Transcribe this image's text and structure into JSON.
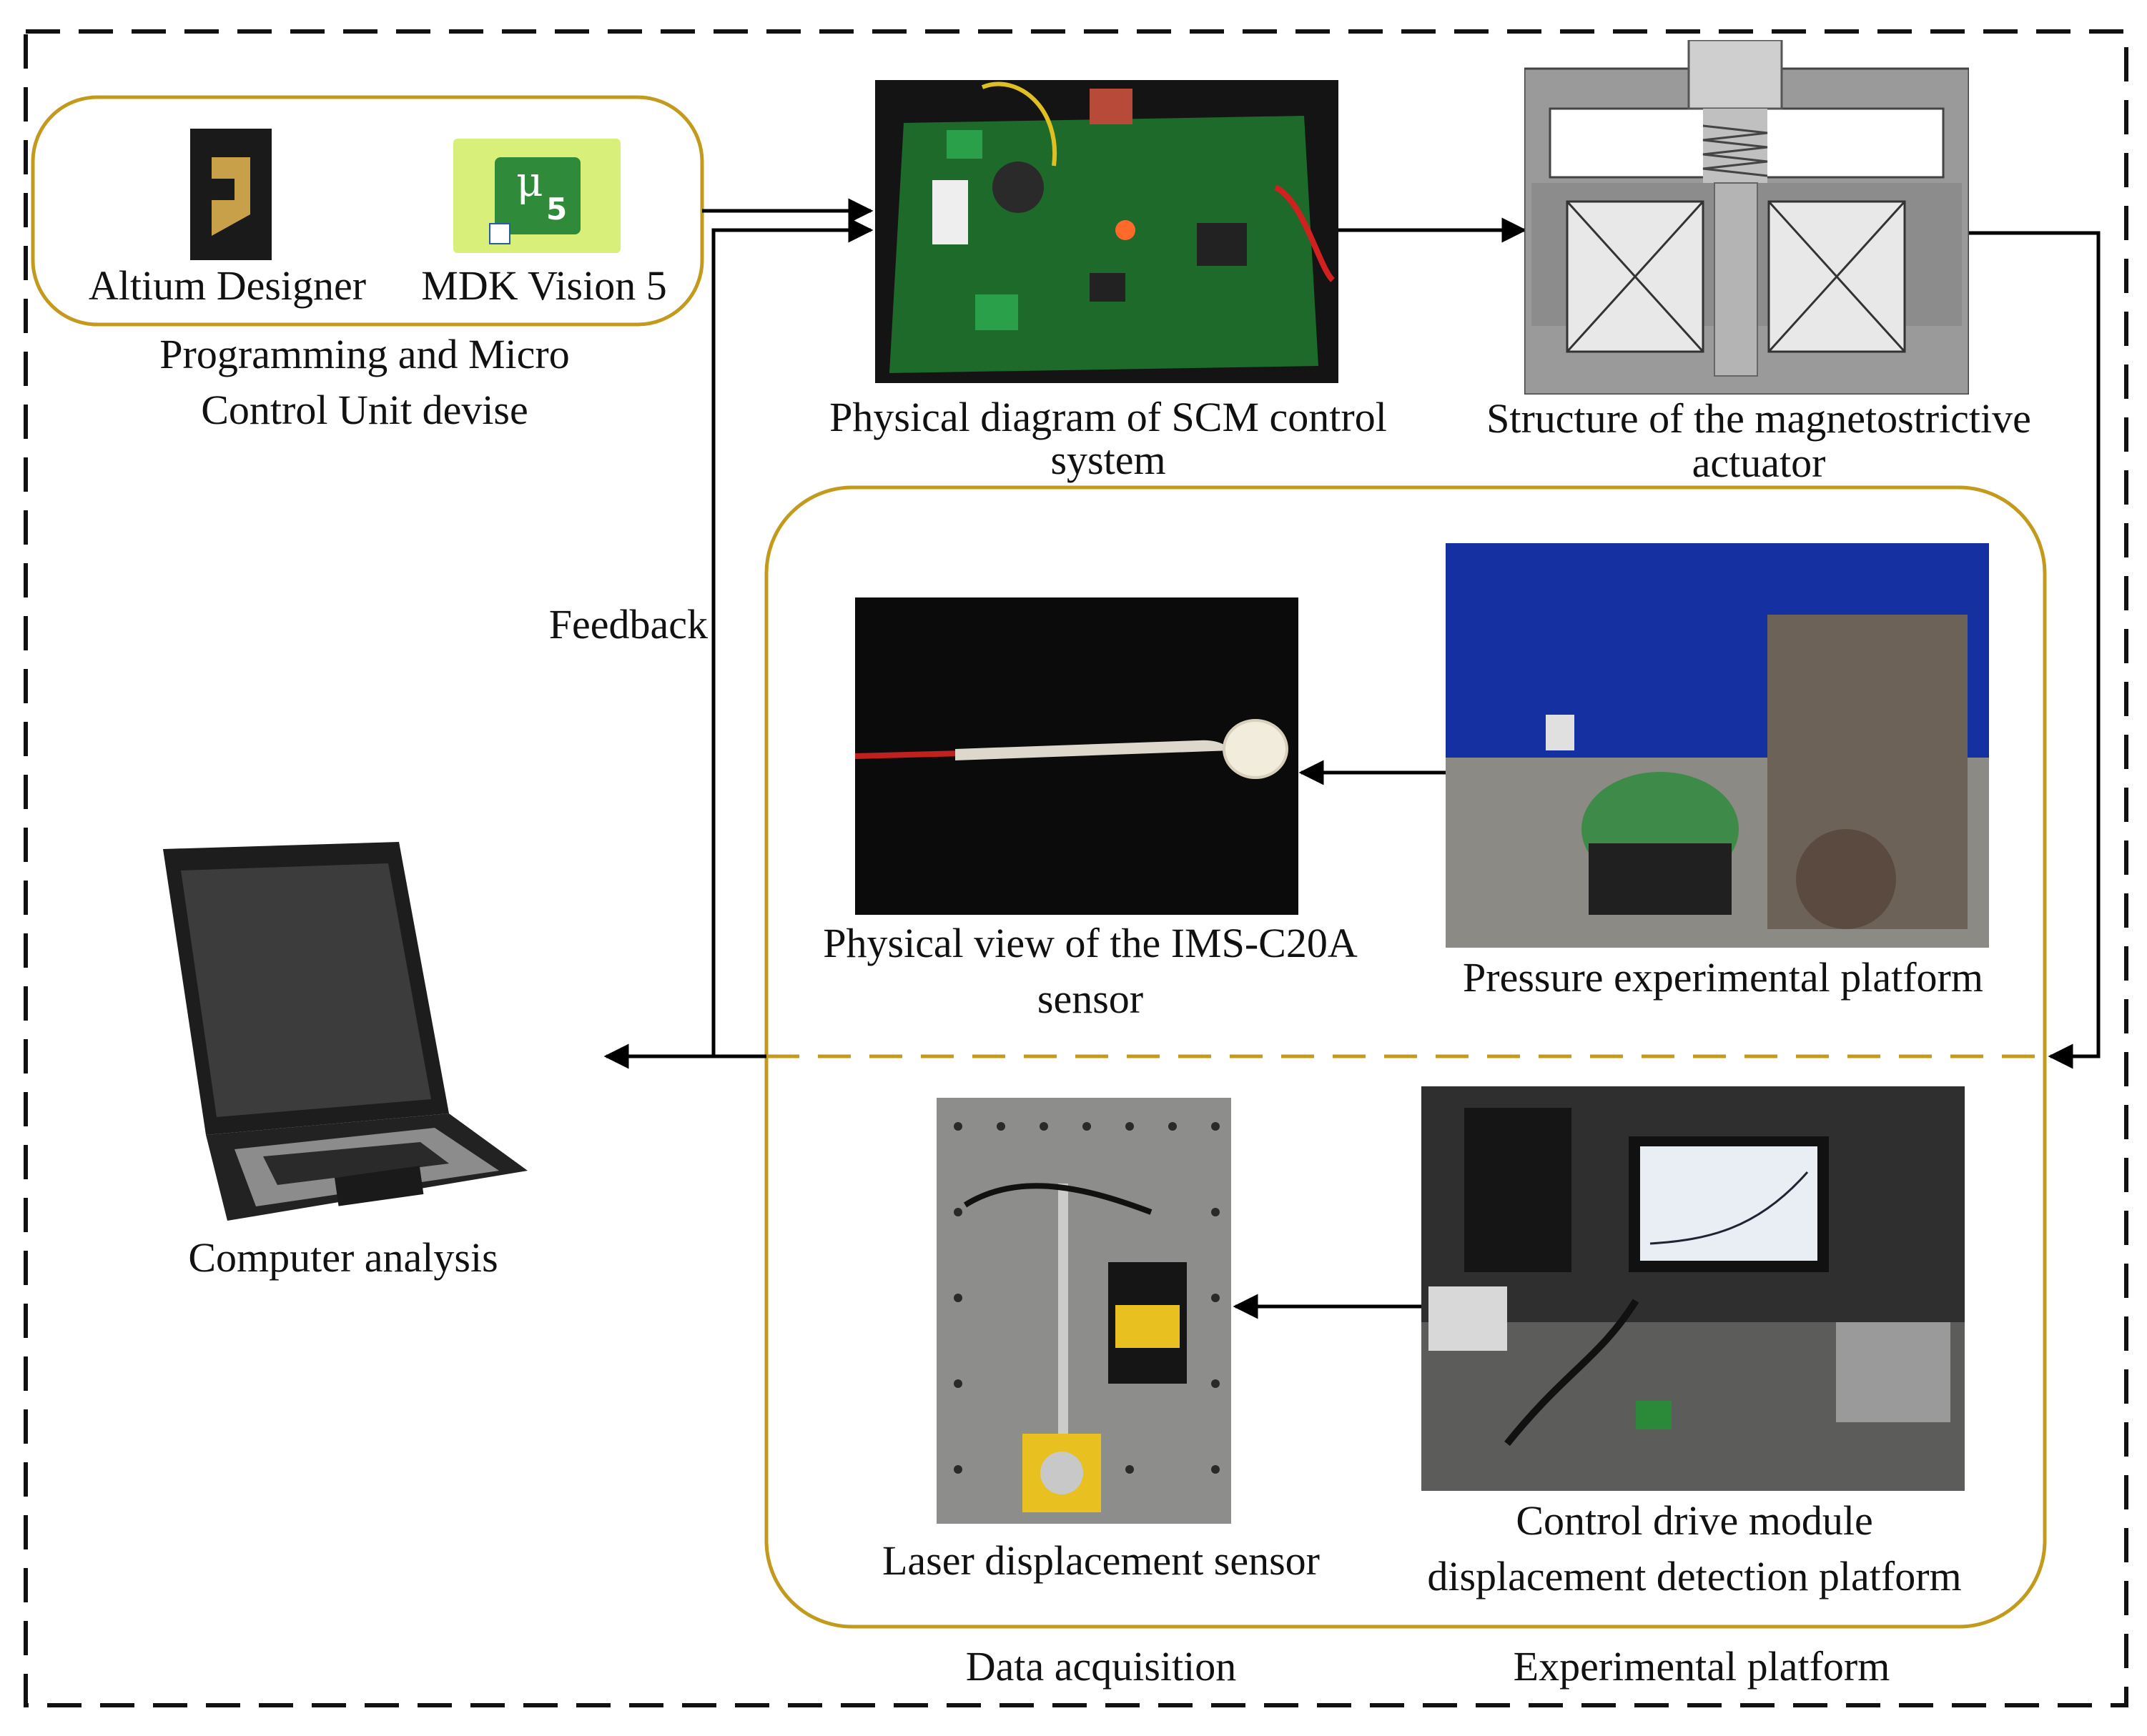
{
  "colors": {
    "frame": "#111111",
    "gold": "#c49a1c",
    "arrow": "#000000",
    "pcb": "#1e6a2b",
    "photo_dark": "#0b0b0b",
    "floor_blue": "#1530a0",
    "laptop": "#1d1d1d"
  },
  "software": {
    "altium_label": "Altium Designer",
    "mdk_label": "MDK Vision 5",
    "mdk_icon_text": "μ",
    "mdk_icon_sub": "5",
    "caption_line1": "Programming and Micro",
    "caption_line2": "Control Unit devise",
    "icons": [
      "altium-designer-logo-icon",
      "mdk-vision-logo-icon"
    ]
  },
  "scm": {
    "caption_line1": "Physical diagram of SCM control",
    "caption_line2": "system"
  },
  "actuator": {
    "caption_line1": "Structure of the magnetostrictive",
    "caption_line2": "actuator"
  },
  "feedback_label": "Feedback",
  "computer": {
    "caption": "Computer analysis",
    "icon": "laptop-icon"
  },
  "sensor": {
    "caption_line1": "Physical view of the IMS-C20A",
    "caption_line2": "sensor"
  },
  "pressure": {
    "caption": "Pressure experimental platform"
  },
  "laser": {
    "caption": "Laser displacement sensor"
  },
  "control_drive": {
    "caption_line1": "Control drive module",
    "caption_line2": "displacement detection platform"
  },
  "footer": {
    "left": "Data acquisition",
    "right": "Experimental platform"
  }
}
